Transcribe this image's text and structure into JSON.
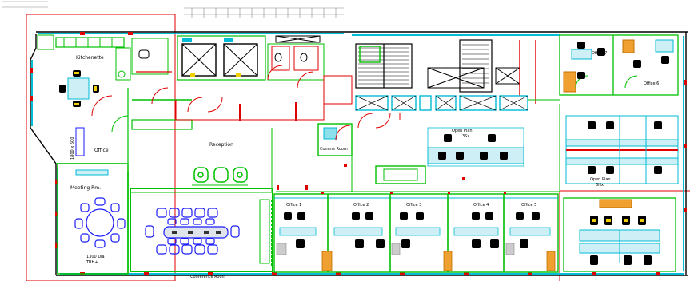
{
  "drawing": {
    "colors": {
      "background": "#ffffff",
      "wall": "#000000",
      "partition_green": "#00c000",
      "door_red": "#e00000",
      "glazing_cyan": "#00bcd4",
      "furniture_blue": "#1a1aff",
      "accent_orange": "#f0a030",
      "chair_black": "#000000"
    },
    "rooms": {
      "kitchenette": "Kitchenette",
      "reception": "Reception",
      "office_left": "Office",
      "meeting": "Meeting Rm.",
      "meeting_dims": "1300 Dia",
      "meeting_dims2": "TBH+",
      "conference": "Conference Room",
      "comms_room": "Comms Room",
      "open_plan_1": "Open Plan",
      "open_plan_1_sub": "3Sx",
      "open_plan_2": "Open Plan",
      "open_plan_2_sub": "6Hx",
      "office_1": "Office 1",
      "office_2": "Office 2",
      "office_3": "Office 3",
      "office_4": "Office 4",
      "office_5": "Office 5",
      "office_6": "Office 6",
      "office_7": "Office 7",
      "dim_label": "1800 x 600"
    }
  }
}
